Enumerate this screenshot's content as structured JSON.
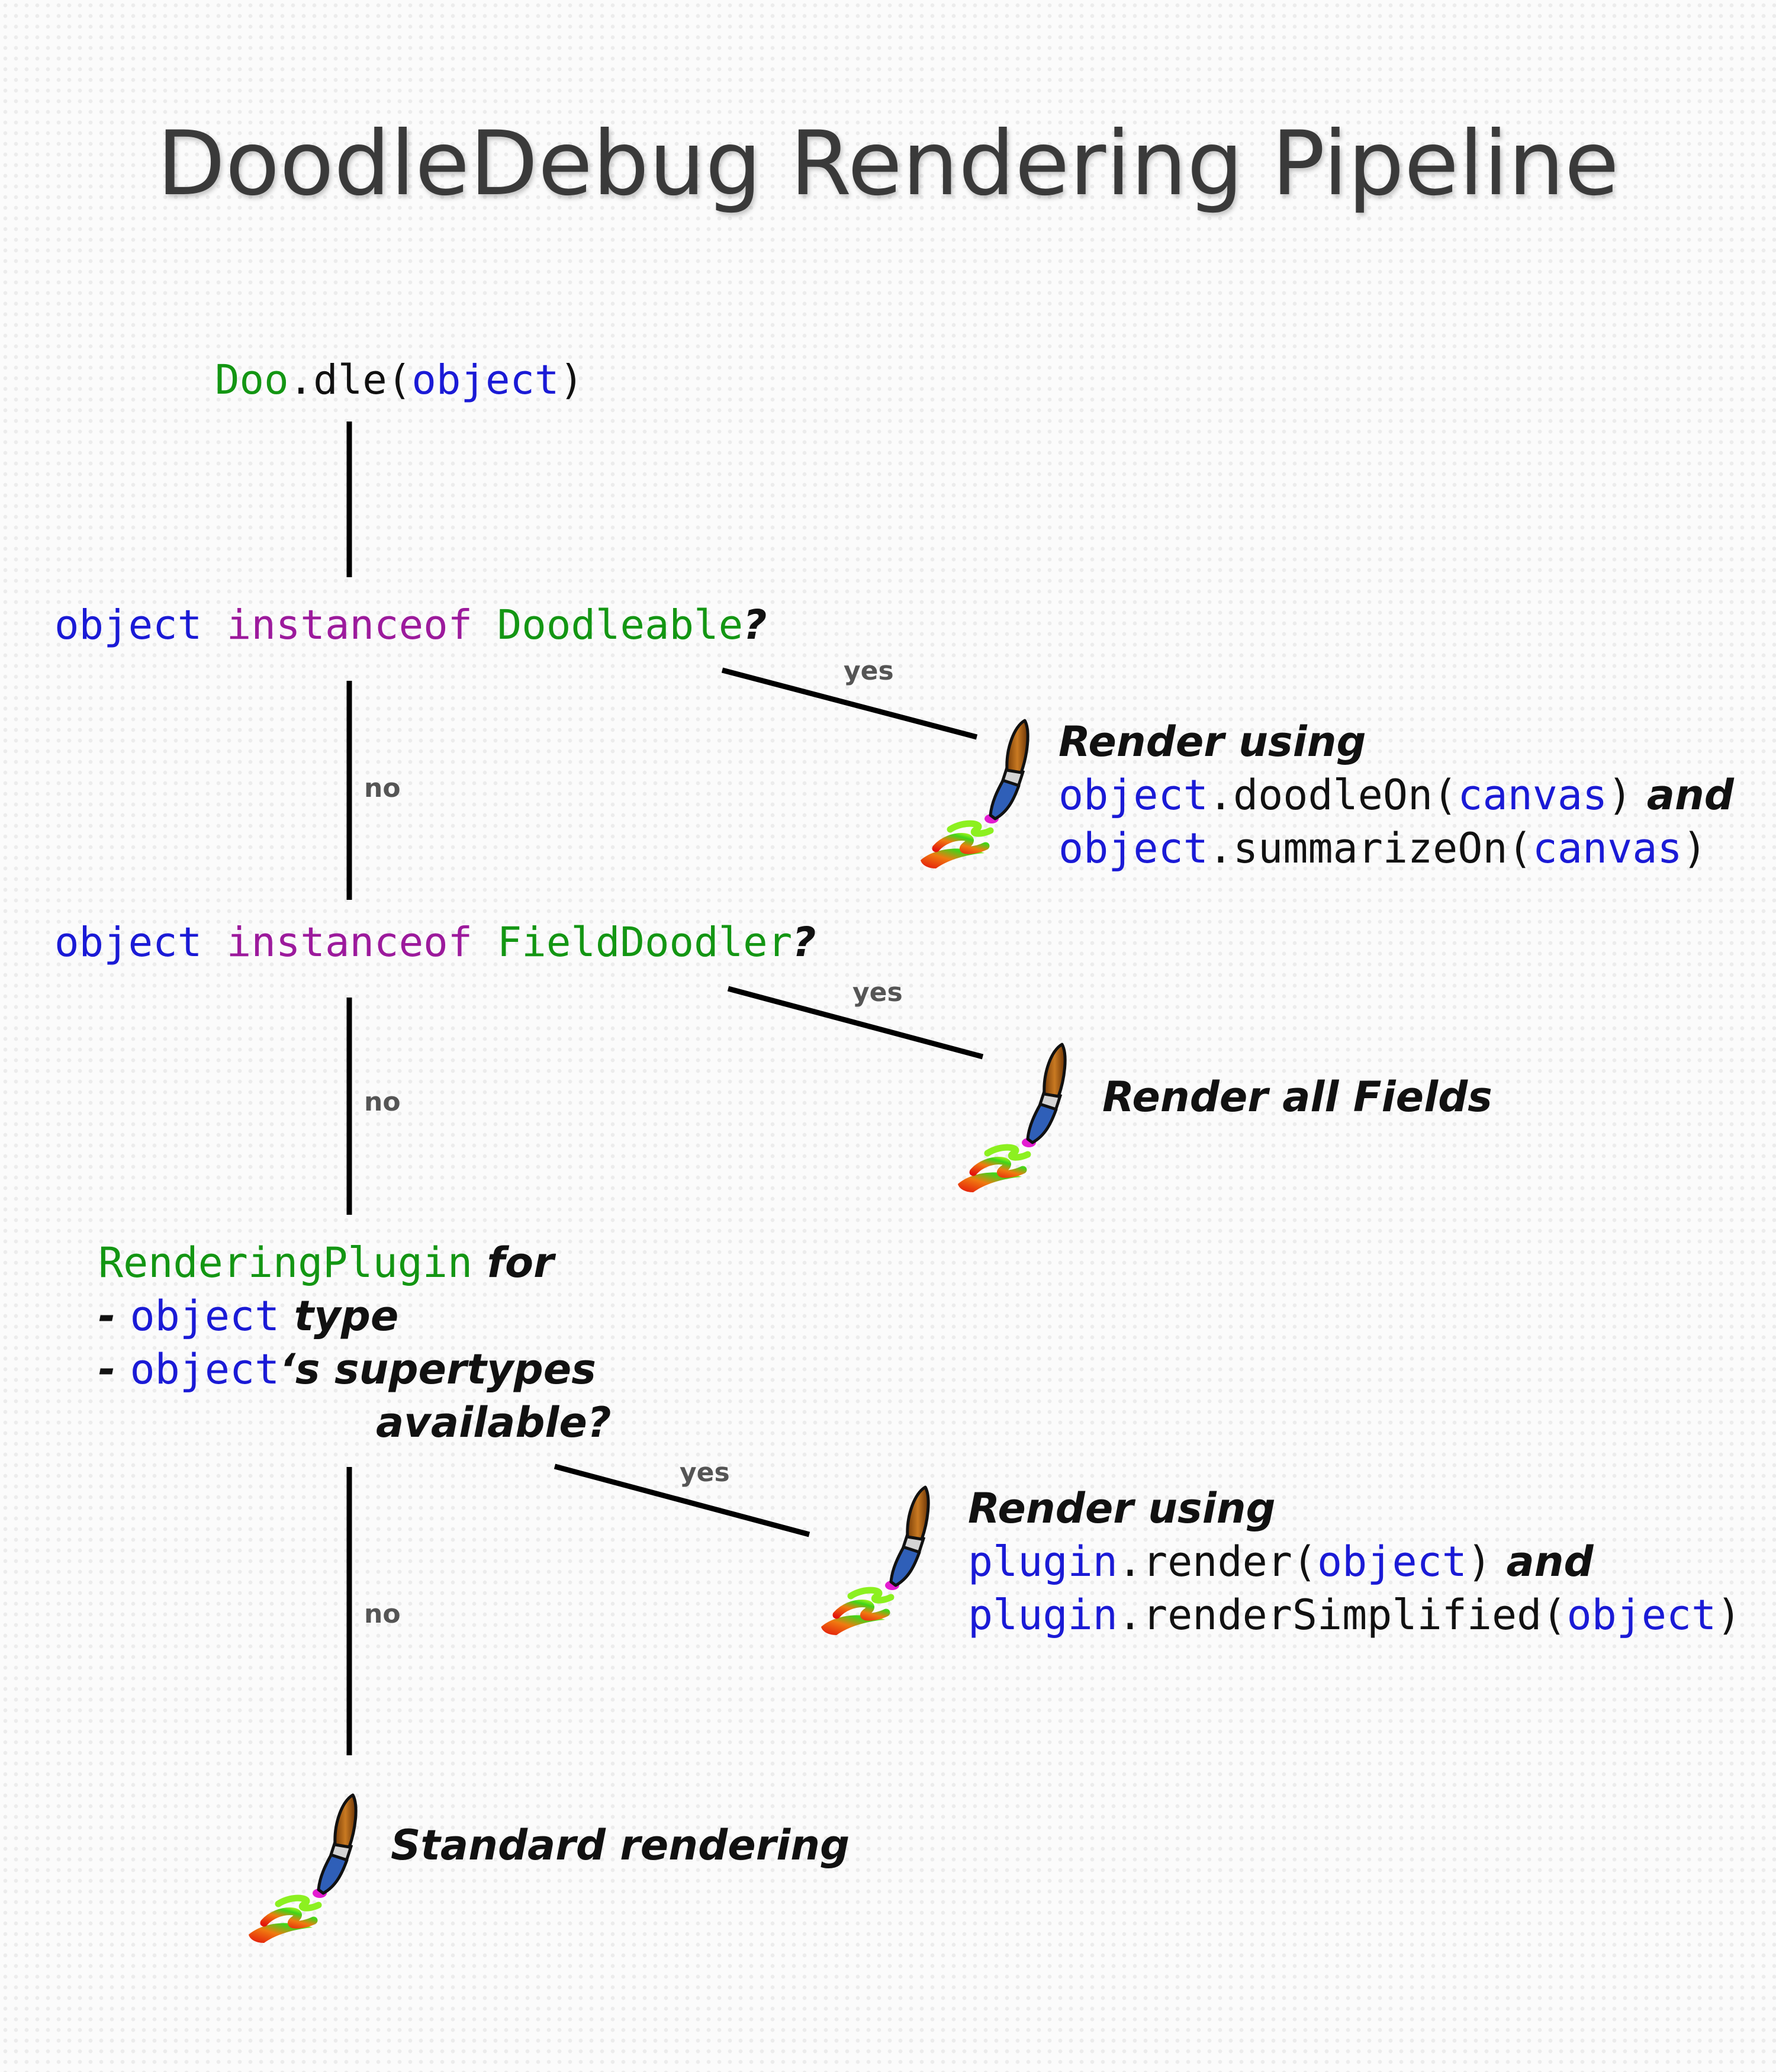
{
  "title": "DoodleDebug Rendering Pipeline",
  "start": {
    "t1": "Doo",
    "t2": ".dle(",
    "t3": "object",
    "t4": ")"
  },
  "decision1": {
    "t1": "object",
    "t2": "instanceof",
    "t3": "Doodleable",
    "t4": "?"
  },
  "decision2": {
    "t1": "object",
    "t2": "instanceof",
    "t3": "FieldDoodler",
    "t4": "?"
  },
  "decision3": {
    "line1": {
      "t1": "RenderingPlugin",
      "t2": "for"
    },
    "line2": {
      "t1": "- ",
      "t2": "object",
      "t3": "type"
    },
    "line3": {
      "t1": "- ",
      "t2": "object",
      "t3": "‘s supertypes"
    },
    "line4": "available?"
  },
  "labels": {
    "yes": "yes",
    "no": "no"
  },
  "result1": {
    "line1": "Render using",
    "line2": {
      "t1": "object",
      "t2": ".doodleOn(",
      "t3": "canvas",
      "t4": ")",
      "t5": "and"
    },
    "line3": {
      "t1": "object",
      "t2": ".summarizeOn(",
      "t3": "canvas",
      "t4": ")"
    }
  },
  "result2": "Render all Fields",
  "result3": {
    "line1": "Render using",
    "line2": {
      "t1": "plugin",
      "t2": ".render(",
      "t3": "object",
      "t4": ")",
      "t5": "and"
    },
    "line3": {
      "t1": "plugin",
      "t2": ".renderSimplified(",
      "t3": "object",
      "t4": ")"
    }
  },
  "result4": "Standard rendering",
  "icons": [
    "paintbrush-icon",
    "paintbrush-icon",
    "paintbrush-icon",
    "paintbrush-icon"
  ],
  "colors": {
    "type_green": "#139613",
    "keyword_purple": "#9c1a9c",
    "variable_blue": "#1a1ad6",
    "text": "#111111"
  }
}
